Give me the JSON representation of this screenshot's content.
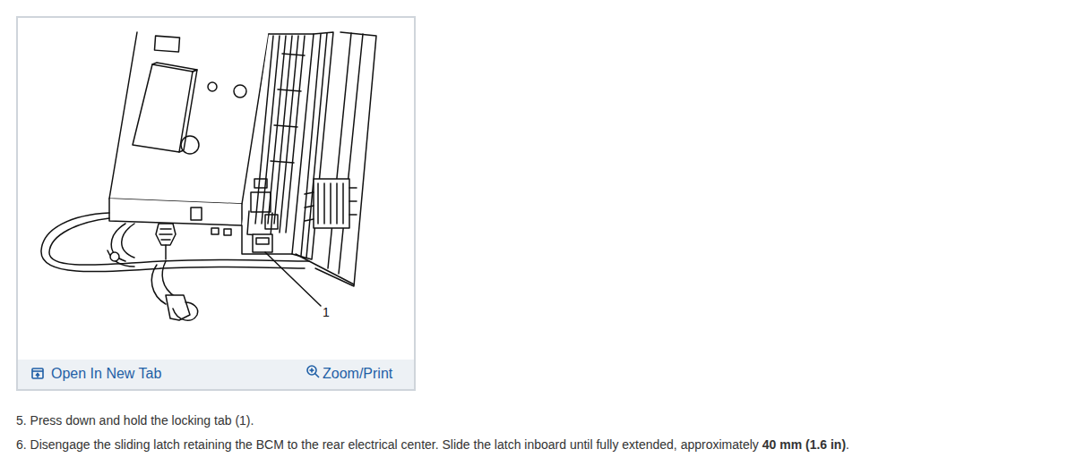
{
  "diagram": {
    "labels": [
      "1",
      "Open In New Tab",
      "Zoom/Print",
      "5. Press down and hold the locking tab (1).",
      "6. Disengage the sliding latch retaining the BCM to the rear electrical center. Slide the latch inboard until fully extended, approximately",
      "40 mm (1.6 in)",
      "."
    ]
  }
}
